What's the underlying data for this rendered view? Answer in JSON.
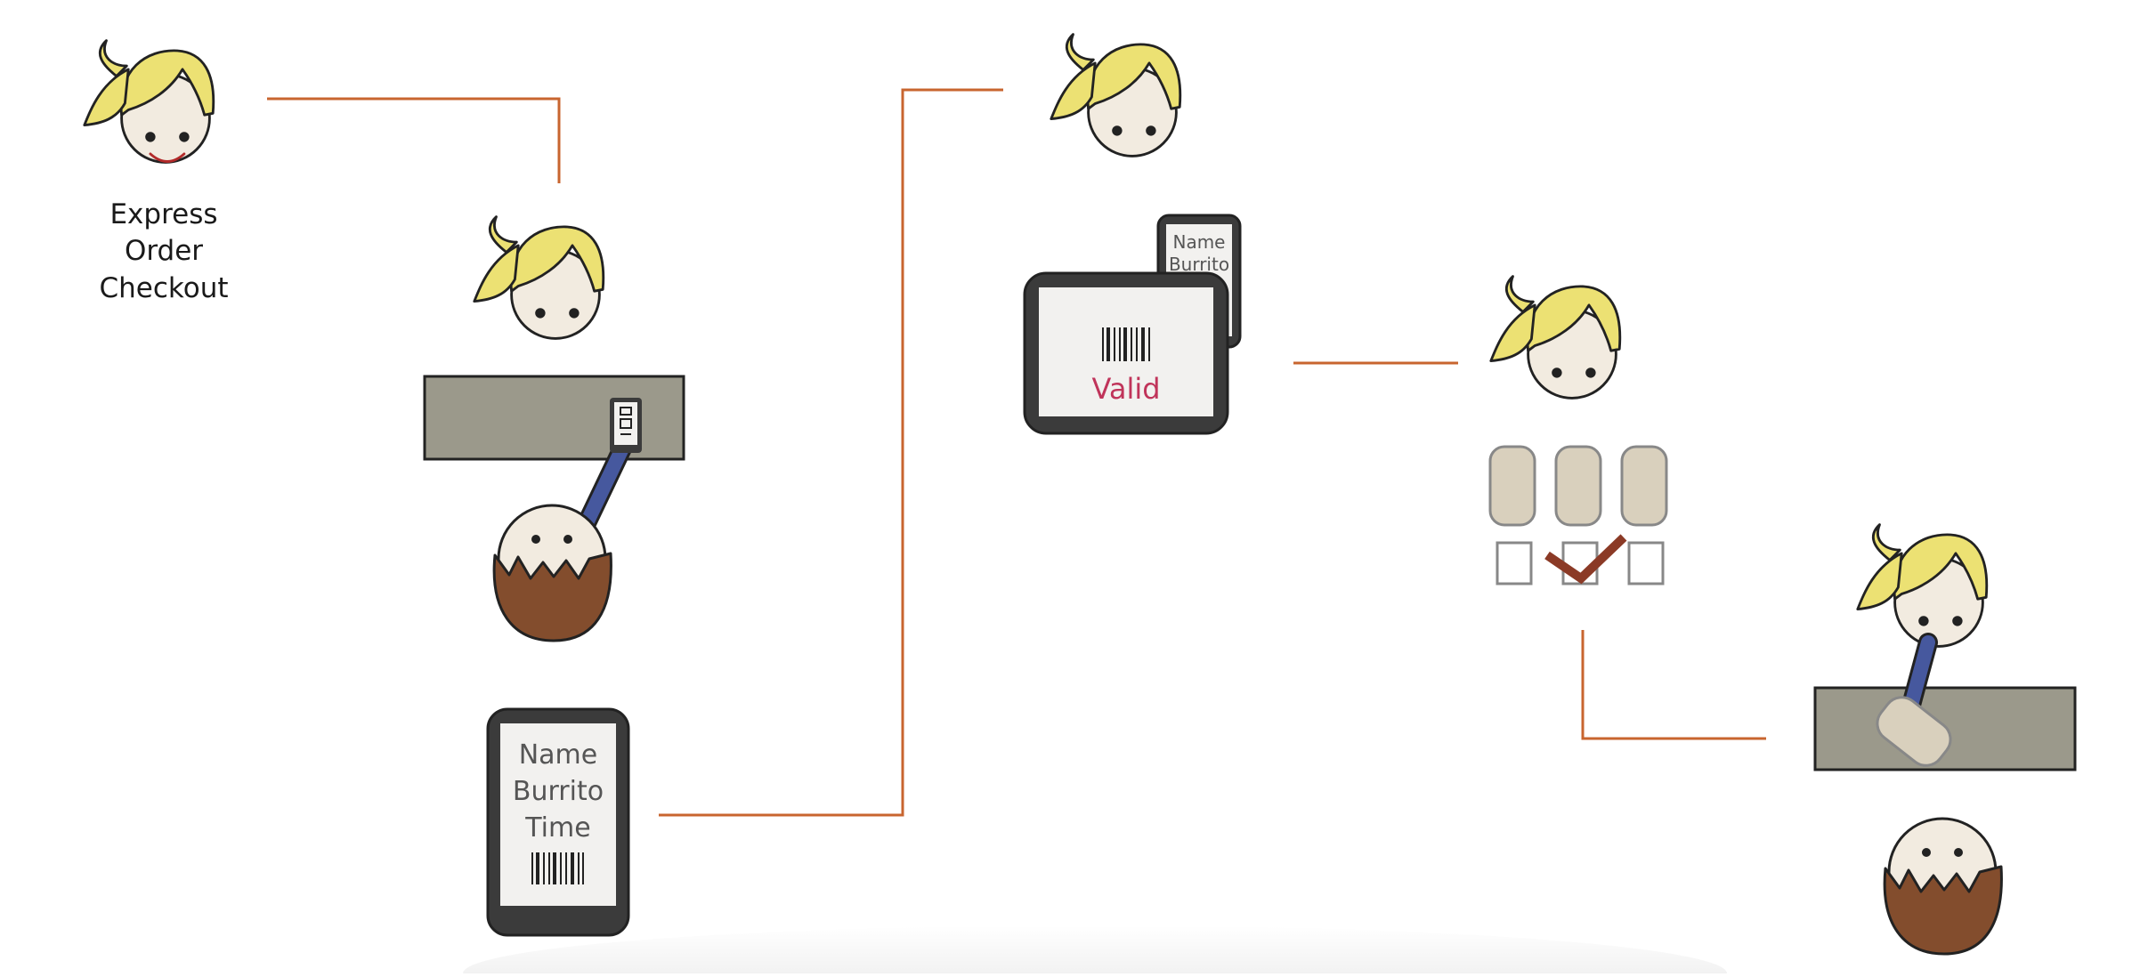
{
  "diagram": {
    "step1": {
      "lines": [
        "Express",
        "Order",
        "Checkout"
      ]
    },
    "phone": {
      "lines": [
        "Name",
        "Burrito",
        "Time"
      ]
    },
    "card": {
      "lines": [
        "Name",
        "Burrito"
      ]
    },
    "tablet": {
      "status": "Valid"
    }
  },
  "colors": {
    "connector": "#c8652f",
    "hair": "#ece173",
    "skin": "#f2ebe0",
    "counter": "#9b998b",
    "device": "#3b3b3b",
    "screen": "#f2f1ef",
    "valid": "#c0345a",
    "sleeve": "#46589e",
    "bowl": "#834d2d",
    "burrito": "#d9d0bd",
    "check": "#8b3a26"
  }
}
